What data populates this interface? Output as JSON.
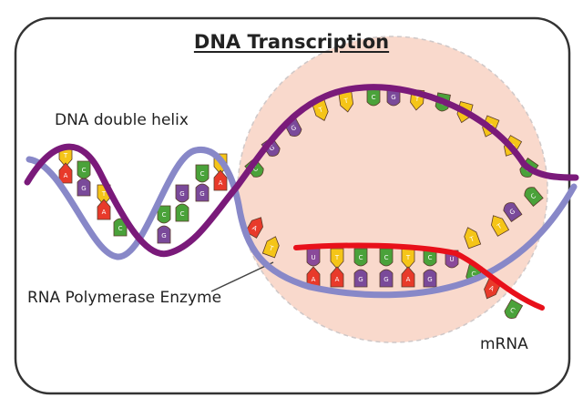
{
  "diagram": {
    "title": "DNA Transcription",
    "labels": {
      "dna_double_helix": "DNA double helix",
      "rna_polymerase": "RNA Polymerase Enzyme",
      "mrna": "mRNA"
    },
    "colors": {
      "frame": "#333333",
      "strand_purple": "#7a1a7a",
      "strand_blue": "#8888c8",
      "mrna_red": "#e8101a",
      "enzyme_fill": "#f9d9cc",
      "enzyme_outline": "#c8c0c0",
      "base_A": "#e83a2a",
      "base_T": "#f5c518",
      "base_G": "#7a4a9a",
      "base_C": "#4aa23a",
      "base_U": "#8a4a9a"
    },
    "base_letters": [
      "A",
      "T",
      "G",
      "C",
      "U"
    ]
  }
}
